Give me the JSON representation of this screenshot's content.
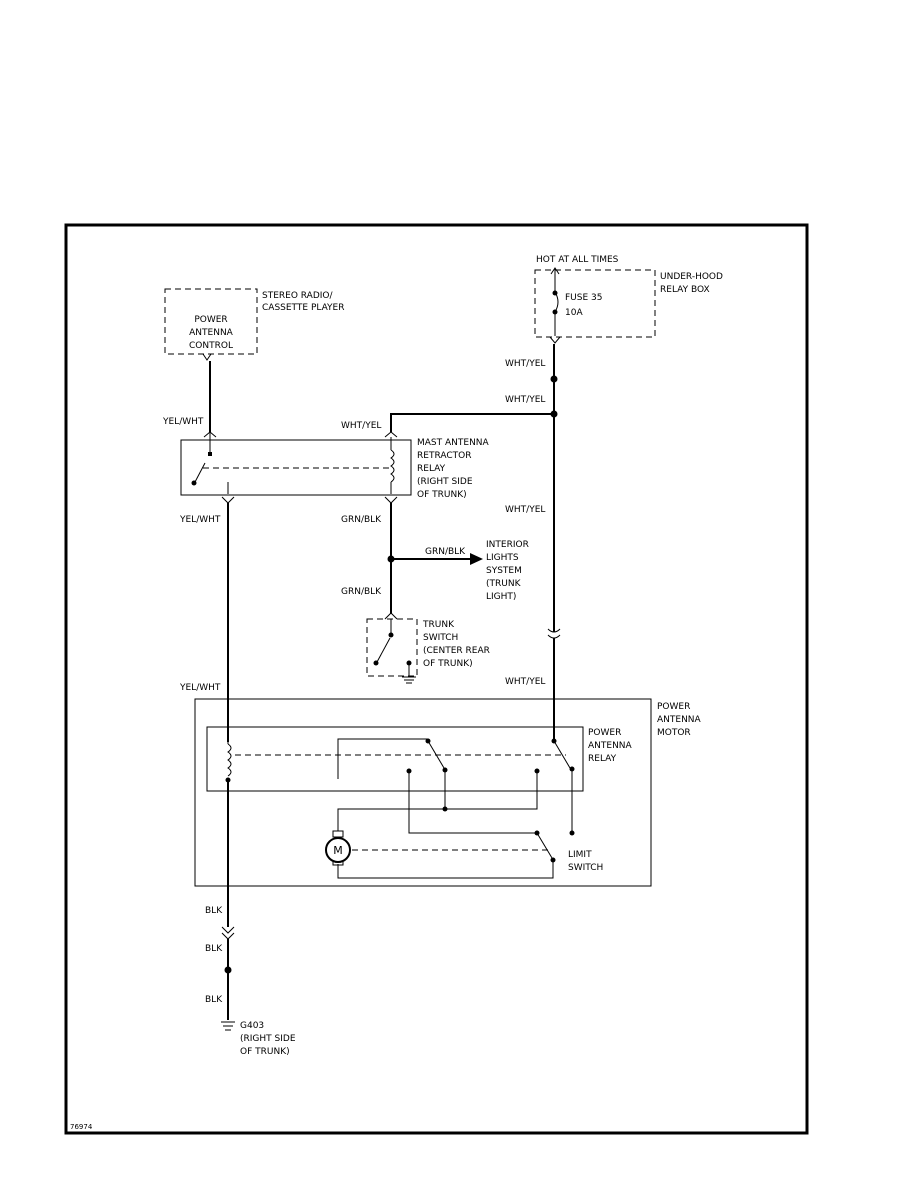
{
  "components": {
    "stereo": {
      "inner": [
        "POWER",
        "ANTENNA",
        "CONTROL"
      ],
      "label": [
        "STEREO RADIO/",
        "CASSETTE PLAYER"
      ]
    },
    "underhood": {
      "hot": "HOT AT ALL TIMES",
      "fuse": "FUSE 35",
      "rating": "10A",
      "label": [
        "UNDER-HOOD",
        "RELAY BOX"
      ]
    },
    "mast_relay": {
      "label": [
        "MAST ANTENNA",
        "RETRACTOR",
        "RELAY",
        "(RIGHT SIDE",
        "OF TRUNK)"
      ]
    },
    "interior": {
      "label": [
        "INTERIOR",
        "LIGHTS",
        "SYSTEM",
        "(TRUNK",
        "LIGHT)"
      ]
    },
    "trunk_switch": {
      "label": [
        "TRUNK",
        "SWITCH",
        "(CENTER REAR",
        "OF TRUNK)"
      ]
    },
    "motor": {
      "label": [
        "POWER",
        "ANTENNA",
        "MOTOR"
      ],
      "symbol": "M"
    },
    "motor_relay": {
      "label": [
        "POWER",
        "ANTENNA",
        "RELAY"
      ]
    },
    "limit_switch": {
      "label": [
        "LIMIT",
        "SWITCH"
      ]
    },
    "ground": {
      "label": [
        "G403",
        "(RIGHT SIDE",
        "OF TRUNK)"
      ]
    }
  },
  "wires": {
    "wht_yel_1": "WHT/YEL",
    "wht_yel_2": "WHT/YEL",
    "wht_yel_3": "WHT/YEL",
    "wht_yel_4": "WHT/YEL",
    "wht_yel_5": "WHT/YEL",
    "yel_wht_1": "YEL/WHT",
    "yel_wht_2": "YEL/WHT",
    "yel_wht_3": "YEL/WHT",
    "grn_blk_1": "GRN/BLK",
    "grn_blk_2": "GRN/BLK",
    "grn_blk_3": "GRN/BLK",
    "blk_1": "BLK",
    "blk_2": "BLK",
    "blk_3": "BLK"
  },
  "figure_id": "76974"
}
